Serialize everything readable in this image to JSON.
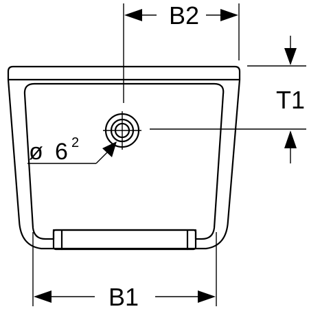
{
  "diagram": {
    "dimensions": {
      "b2_label": "B2",
      "t1_label": "T1",
      "b1_label": "B1",
      "hole_diameter_symbol": "ø",
      "hole_diameter_value": "6",
      "hole_diameter_note": "2"
    }
  }
}
